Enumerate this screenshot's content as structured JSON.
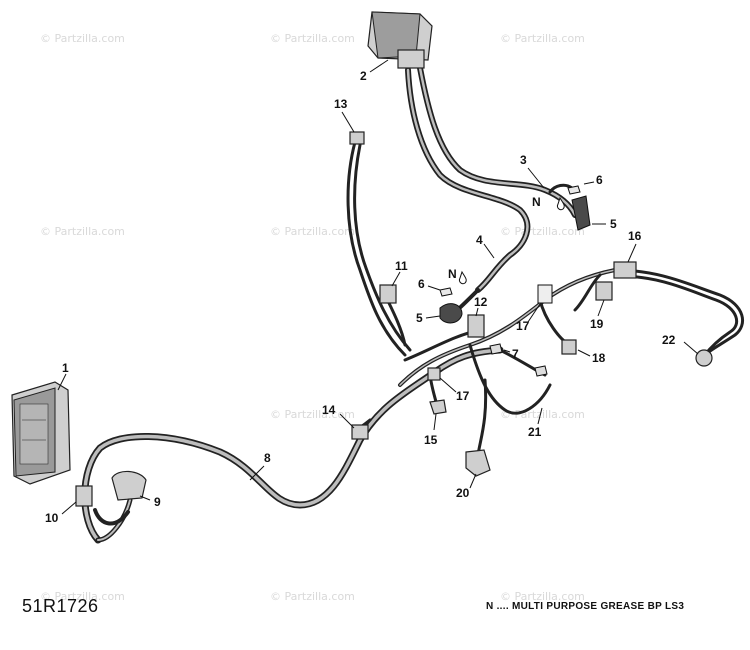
{
  "watermark": {
    "text": "© Partzilla.com"
  },
  "diagram_id": "51R1726",
  "note": "N .... MULTI PURPOSE GREASE BP LS3",
  "grease_symbol": "N",
  "callouts": [
    "1",
    "2",
    "3",
    "4",
    "5",
    "5",
    "6",
    "6",
    "7",
    "8",
    "9",
    "10",
    "11",
    "12",
    "13",
    "14",
    "15",
    "16",
    "17",
    "17",
    "18",
    "19",
    "20",
    "21",
    "22"
  ]
}
